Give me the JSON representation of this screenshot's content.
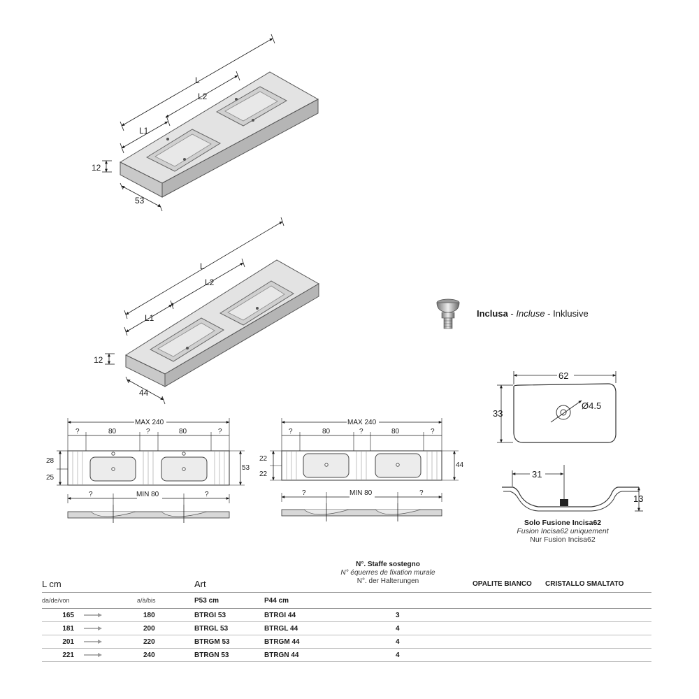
{
  "top_drawing": {
    "L": "L",
    "L1": "L1",
    "L2": "L2",
    "height": "12",
    "depth": "53"
  },
  "mid_drawing": {
    "L": "L",
    "L1": "L1",
    "L2": "L2",
    "height": "12",
    "depth": "44"
  },
  "inclusa": {
    "it": "Inclusa",
    "sep1": " - ",
    "fr": "Incluse",
    "sep2": " - ",
    "de": "Inklusive"
  },
  "basin_detail": {
    "width": "62",
    "depth": "33",
    "hole": "Ø4.5",
    "offset": "31",
    "height": "13"
  },
  "solo": {
    "it": "Solo Fusione Incisa62",
    "fr": "Fusion Incisa62 uniquement",
    "de": "Nur Fusion Incisa62"
  },
  "plan53": {
    "max": "MAX 240",
    "q": "?",
    "basin": "80",
    "h1": "28",
    "h2": "25",
    "depth": "53",
    "min": "MIN 80"
  },
  "plan44": {
    "max": "MAX 240",
    "q": "?",
    "basin": "80",
    "h1": "22",
    "h2": "22",
    "depth": "44",
    "min": "MIN 80"
  },
  "staffe": {
    "it": "N°. Staffe sostegno",
    "fr": "N° équerres de fixation murale",
    "de": "N°. der Halterungen"
  },
  "table": {
    "col_l": "L cm",
    "col_art": "Art",
    "col_opalite": "OPALITE BIANCO",
    "col_cristallo": "CRISTALLO SMALTATO",
    "from": "da/de/von",
    "to": "a/à/bis",
    "p53": "P53 cm",
    "p44": "P44 cm",
    "rows": [
      {
        "from": "165",
        "to": "180",
        "p53": "BTRGI 53",
        "p44": "BTRGI 44",
        "staffe": "3"
      },
      {
        "from": "181",
        "to": "200",
        "p53": "BTRGL 53",
        "p44": "BTRGL 44",
        "staffe": "4"
      },
      {
        "from": "201",
        "to": "220",
        "p53": "BTRGM 53",
        "p44": "BTRGM 44",
        "staffe": "4"
      },
      {
        "from": "221",
        "to": "240",
        "p53": "BTRGN 53",
        "p44": "BTRGN 44",
        "staffe": "4"
      }
    ]
  }
}
